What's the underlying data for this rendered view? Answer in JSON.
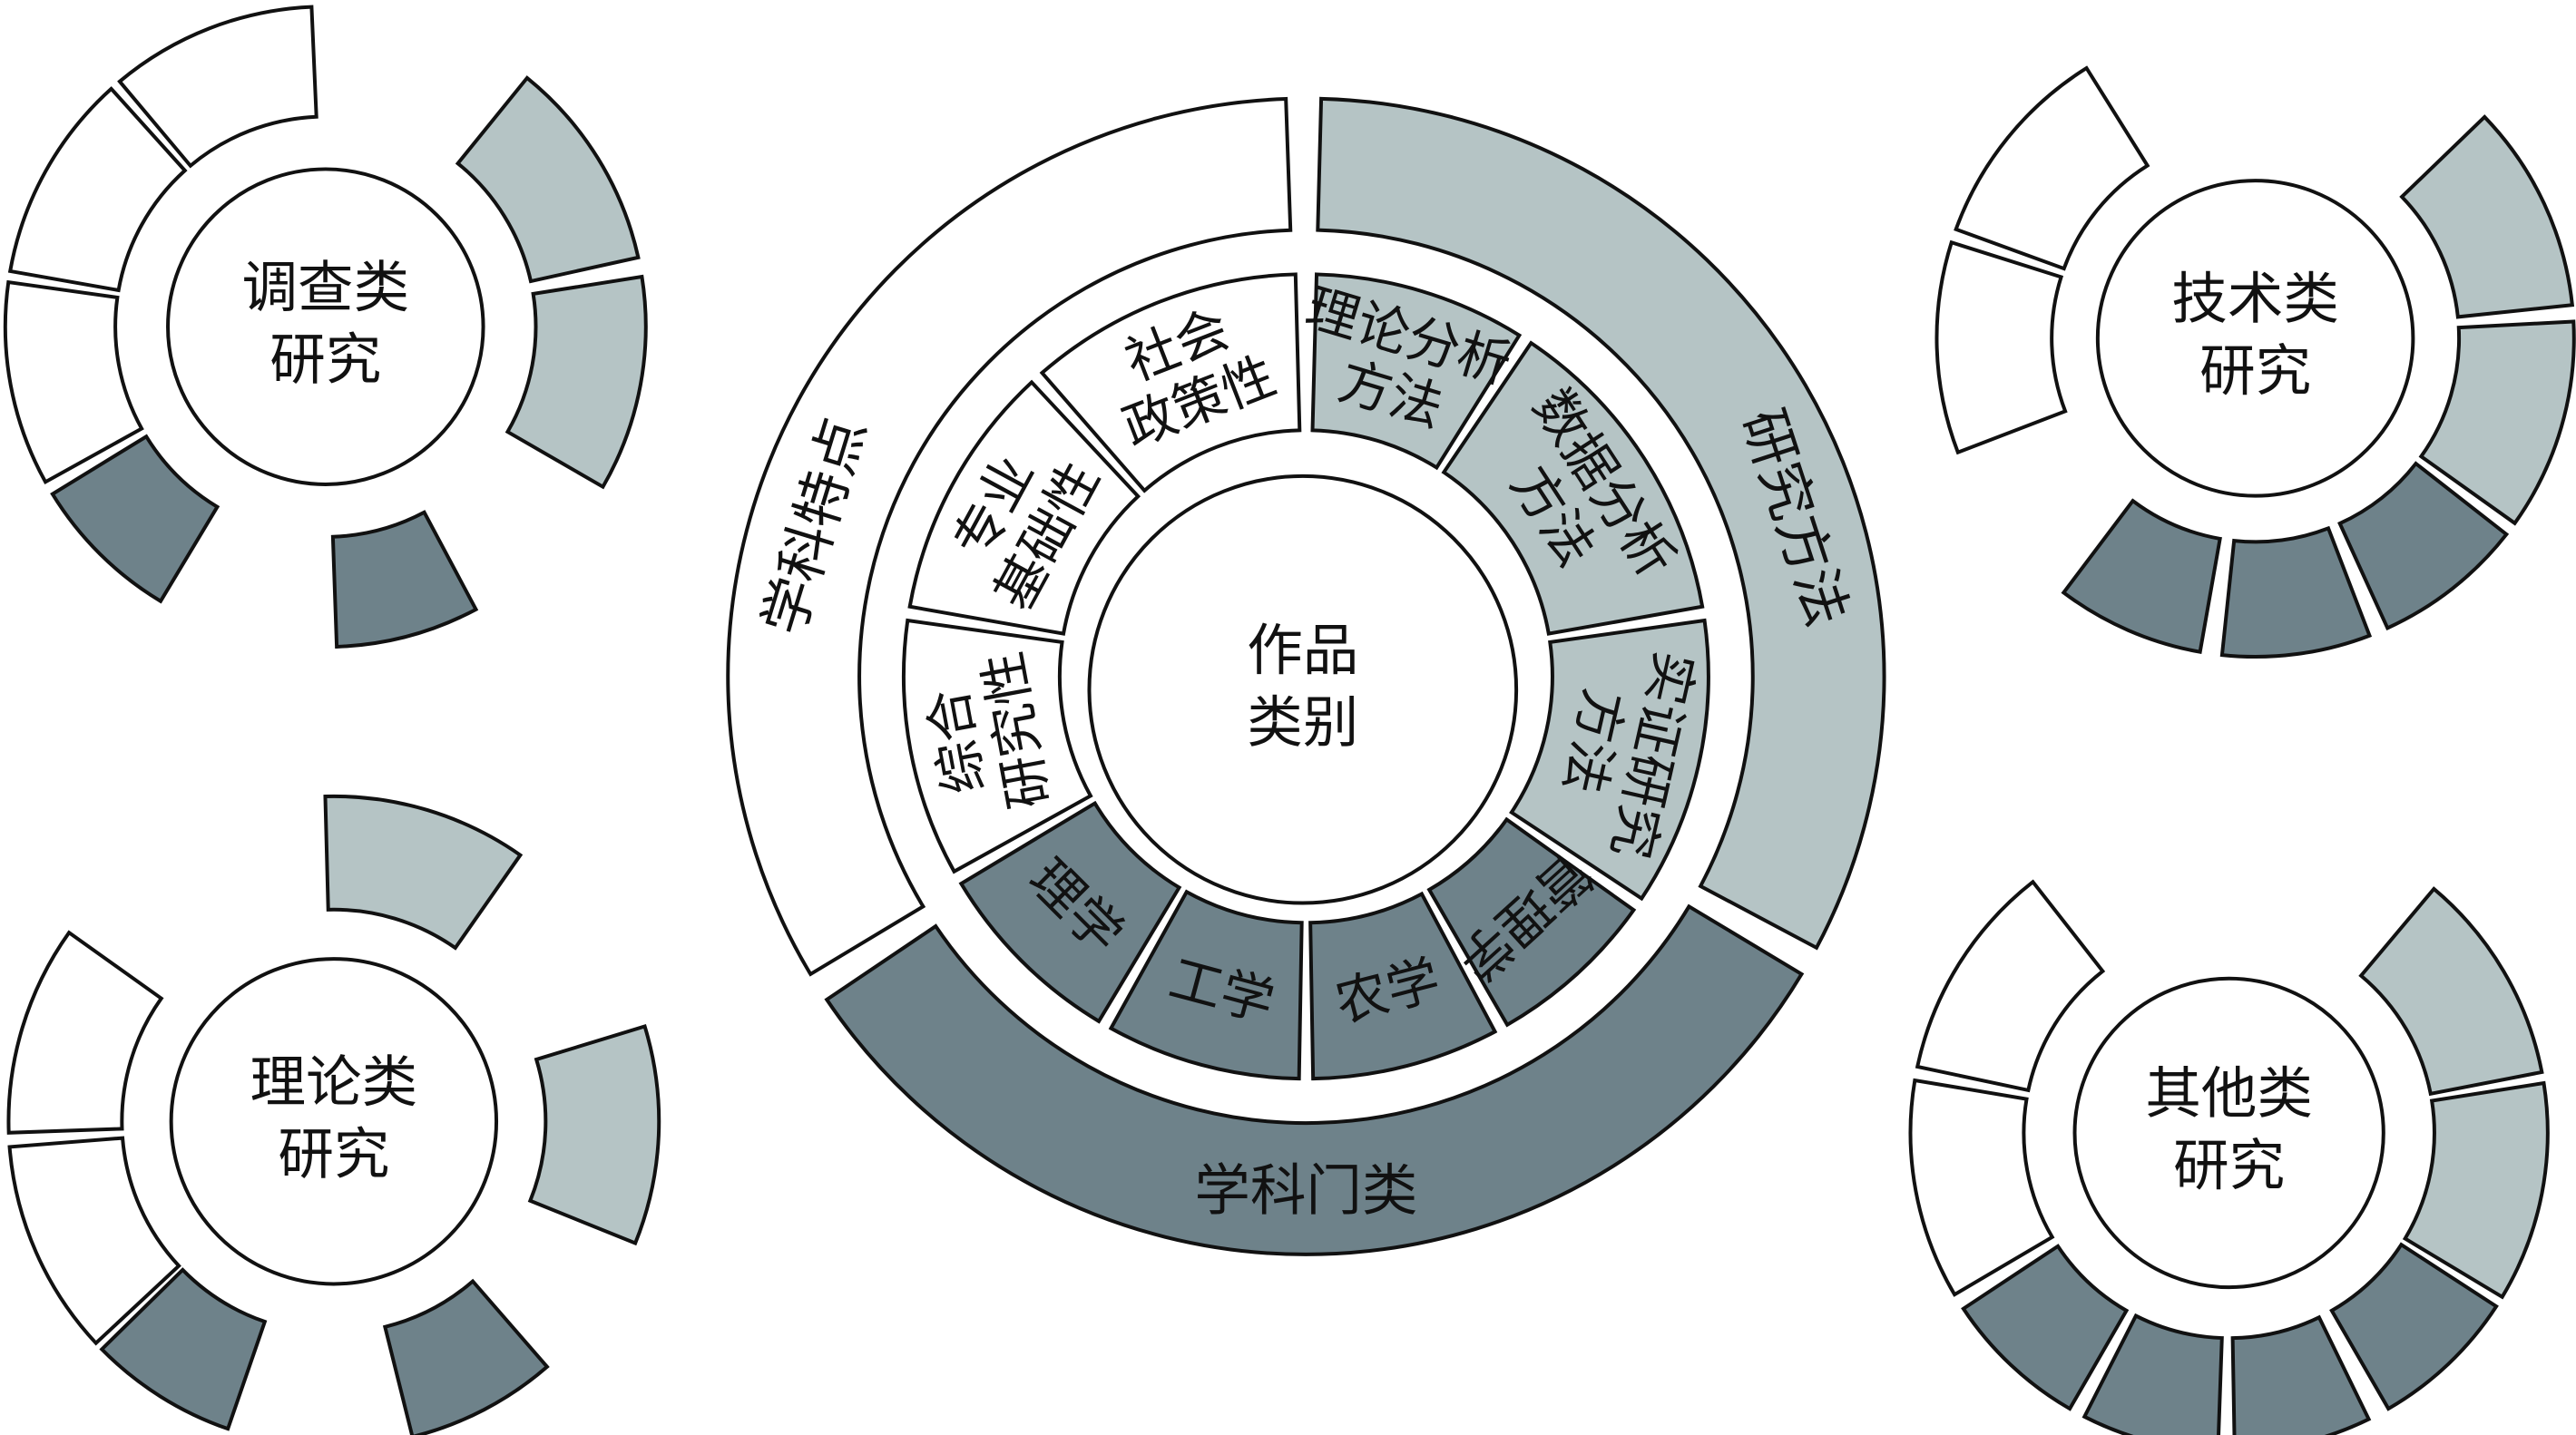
{
  "colors": {
    "white": "#ffffff",
    "gray": "#b5c4c5",
    "dark": "#6e828a",
    "stroke": "#111111"
  },
  "center": {
    "title_lines": [
      "作品",
      "类别"
    ],
    "outer_ring": [
      {
        "label": "学科特点",
        "tone": "white"
      },
      {
        "label": "研究方法",
        "tone": "gray"
      },
      {
        "label": "学科门类",
        "tone": "dark"
      }
    ],
    "middle_ring": [
      {
        "lines": [
          "理论分析",
          "方法"
        ],
        "tone": "gray"
      },
      {
        "lines": [
          "数据分析",
          "方法"
        ],
        "tone": "gray"
      },
      {
        "lines": [
          "实证研究",
          "方法"
        ],
        "tone": "gray"
      },
      {
        "lines": [
          "管理学"
        ],
        "tone": "dark"
      },
      {
        "lines": [
          "农学"
        ],
        "tone": "dark"
      },
      {
        "lines": [
          "工学"
        ],
        "tone": "dark"
      },
      {
        "lines": [
          "理学"
        ],
        "tone": "dark"
      },
      {
        "lines": [
          "综合",
          "研究性"
        ],
        "tone": "white"
      },
      {
        "lines": [
          "专业",
          "基础性"
        ],
        "tone": "white"
      },
      {
        "lines": [
          "社会",
          "政策性"
        ],
        "tone": "white"
      }
    ]
  },
  "satellites": [
    {
      "id": "survey",
      "title_lines": [
        "调查类",
        "研究"
      ]
    },
    {
      "id": "technical",
      "title_lines": [
        "技术类",
        "研究"
      ]
    },
    {
      "id": "theory",
      "title_lines": [
        "理论类",
        "研究"
      ]
    },
    {
      "id": "other",
      "title_lines": [
        "其他类",
        "研究"
      ]
    }
  ]
}
